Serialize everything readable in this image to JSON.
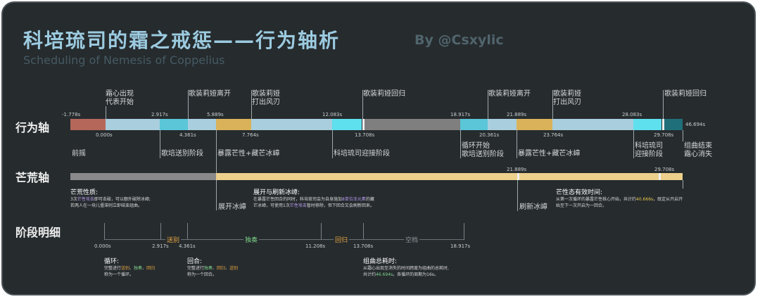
{
  "title": "科培琉司的霜之戒惩——行为轴析",
  "subtitle": "Scheduling of Nemesis of Coppelius",
  "byline": "By @Csxylic",
  "rows": {
    "behavior": "行为轴",
    "waste": "芒荒轴",
    "phase": "阶段明细"
  },
  "top_labels": [
    "霜心出现\n代表开始",
    "歌装莉娅离开",
    "歌装莉娅\n打出风刃",
    "歌装莉娅回归",
    "歌装莉娅离开",
    "歌装莉娅\n打出风刃",
    "歌装莉娅回归"
  ],
  "upper_times": [
    "-1.778s",
    "2.917s",
    "5.889s",
    "12.083s",
    "18.917s",
    "21.889s",
    "28.083s"
  ],
  "lower_times": [
    "0.000s",
    "4.361s",
    "7.764s",
    "13.708s",
    "20.361s",
    "23.764s",
    "29.708s"
  ],
  "end_time": "46.694s",
  "bottom_labels": [
    "前摇",
    "歌培送别阶段",
    "暴露芒性+藏芒冰嶂",
    "科培琉司迎接阶段",
    "循环开始\n歌培送别阶段",
    "暴露芒性+藏芒冰嶂",
    "科培琉司\n迎接阶段",
    "组曲结束\n霜心消失"
  ],
  "waste_times": [
    "21.889s",
    "29.708s"
  ],
  "waste_labels": [
    "展开冰嶂",
    "刷新冰嶂"
  ],
  "notes": {
    "waste_title": "芒荒性质:",
    "waste_body_1": "3次",
    "waste_body_hl": "芒性攻击",
    "waste_body_2": "即可击破，可以额外破除冰嶂;",
    "waste_body_3": "若两人在一块儿僵滞则立即结束组曲。",
    "refresh_title": "展开与刷新冰嶂:",
    "refresh_body_1": "在暴露芒性回合的同时，科培琉司会为自身施加",
    "refresh_hl_1": "8单位冻元素",
    "refresh_body_2": "的藏芒冰嶂，可使用1次",
    "refresh_hl_2": "芒性攻击",
    "refresh_body_3": "暂时移除，但下回合又会刷新回来。",
    "valid_title": "芒性态有效时间:",
    "valid_body_1": "从第一次循环的暴露芒性核心开始，共计约",
    "valid_hl": "40.666s",
    "valid_body_2": "，既定从开启开始至下一次开启为一回合。"
  },
  "phase": {
    "times": [
      "0.000s",
      "2.917s",
      "4.361s",
      "11.208s",
      "13.708s",
      "18.917s"
    ],
    "names": [
      "送别",
      "独奏",
      "回归",
      "空档"
    ]
  },
  "bottom_notes": {
    "cycle_title": "循环:",
    "cycle_body_1": "完整进行",
    "cycle_hl_1": "送别",
    "cycle_hl_2": "独奏",
    "cycle_hl_3": "回归",
    "cycle_body_2": "称为一个循环。",
    "round_title": "回合:",
    "round_body_1": "完整进行",
    "round_hl_1": "独奏",
    "round_hl_2": "回归",
    "round_hl_3": "送别",
    "round_body_2": "称为一个回合。",
    "total_title": "组曲总耗时:",
    "total_body_1": "从霜心出现至消失的时间跨度为组曲的总耗时,",
    "total_body_2": "共计约",
    "total_hl": "46.694s",
    "total_body_3": "。各循环的周期为16s。"
  },
  "colors": {
    "prelude": "#b5685a",
    "farewell_light": "#a9cede",
    "farewell": "#5ac6d8",
    "exposed": "#d9b25a",
    "welcome": "#5fe0ee",
    "gap": "#7f7f7f",
    "end": "#1f6f7a",
    "waste_gray": "#8a8a8a",
    "waste_gold": "#ecd08c"
  }
}
